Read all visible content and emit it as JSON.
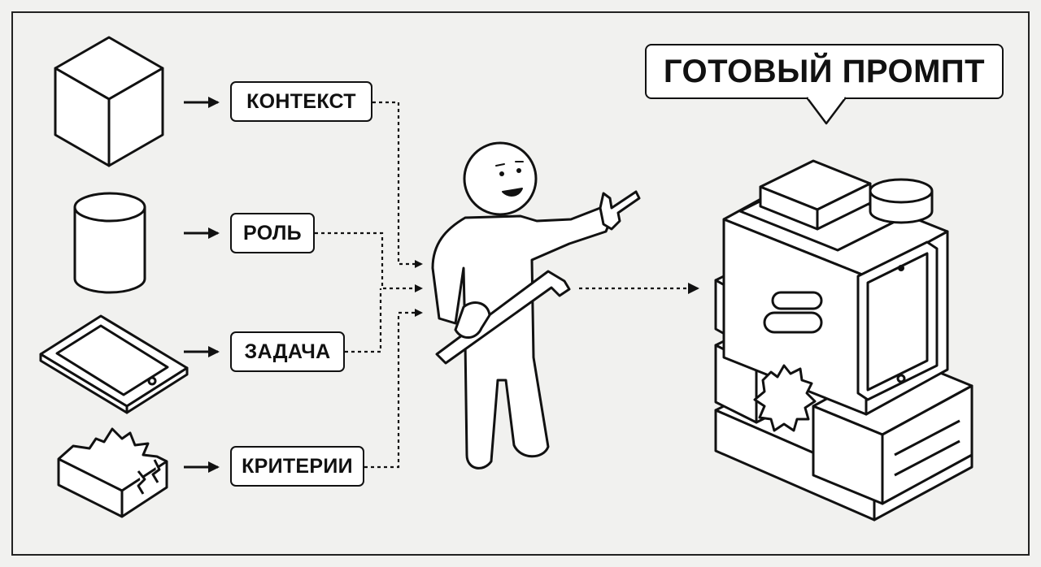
{
  "title": "ГОТОВЫЙ ПРОМПТ",
  "inputs": [
    {
      "label": "КОНТЕКСТ",
      "icon": "cube-icon"
    },
    {
      "label": "РОЛЬ",
      "icon": "cylinder-icon"
    },
    {
      "label": "ЗАДАЧА",
      "icon": "tablet-icon"
    },
    {
      "label": "КРИТЕРИИ",
      "icon": "jagged-block-icon"
    }
  ],
  "colors": {
    "background": "#f1f1ef",
    "ink": "#111111",
    "panel": "#ffffff"
  }
}
